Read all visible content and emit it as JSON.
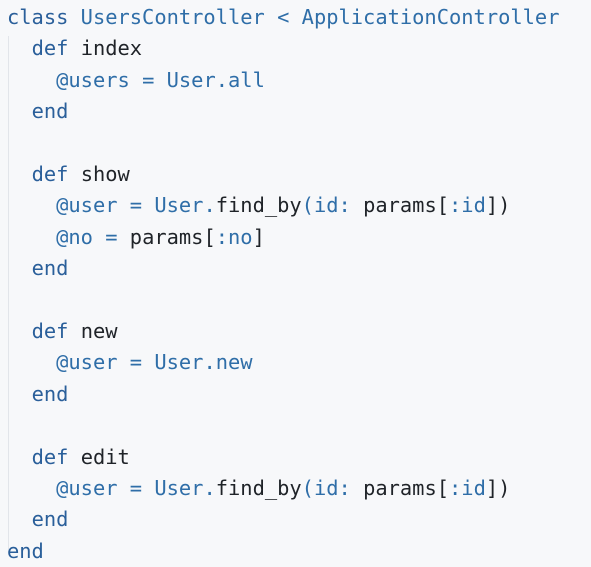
{
  "code": {
    "lines": [
      [
        {
          "t": "class",
          "c": "kw"
        },
        {
          "t": " ",
          "c": "txt"
        },
        {
          "t": "UsersController",
          "c": "cls"
        },
        {
          "t": " ",
          "c": "txt"
        },
        {
          "t": "<",
          "c": "op"
        },
        {
          "t": " ",
          "c": "txt"
        },
        {
          "t": "ApplicationController",
          "c": "cls"
        }
      ],
      [
        {
          "t": "  ",
          "c": "txt"
        },
        {
          "t": "def",
          "c": "kw"
        },
        {
          "t": " ",
          "c": "txt"
        },
        {
          "t": "index",
          "c": "fn"
        }
      ],
      [
        {
          "t": "    ",
          "c": "txt"
        },
        {
          "t": "@users",
          "c": "ivar"
        },
        {
          "t": " ",
          "c": "txt"
        },
        {
          "t": "=",
          "c": "op"
        },
        {
          "t": " ",
          "c": "txt"
        },
        {
          "t": "User",
          "c": "cls"
        },
        {
          "t": ".",
          "c": "op"
        },
        {
          "t": "all",
          "c": "cls"
        }
      ],
      [
        {
          "t": "  ",
          "c": "txt"
        },
        {
          "t": "end",
          "c": "kw"
        }
      ],
      [],
      [
        {
          "t": "  ",
          "c": "txt"
        },
        {
          "t": "def",
          "c": "kw"
        },
        {
          "t": " ",
          "c": "txt"
        },
        {
          "t": "show",
          "c": "fn"
        }
      ],
      [
        {
          "t": "    ",
          "c": "txt"
        },
        {
          "t": "@user",
          "c": "ivar"
        },
        {
          "t": " ",
          "c": "txt"
        },
        {
          "t": "=",
          "c": "op"
        },
        {
          "t": " ",
          "c": "txt"
        },
        {
          "t": "User",
          "c": "cls"
        },
        {
          "t": ".",
          "c": "op"
        },
        {
          "t": "find_by",
          "c": "fn"
        },
        {
          "t": "(",
          "c": "op"
        },
        {
          "t": "id:",
          "c": "sym"
        },
        {
          "t": " ",
          "c": "txt"
        },
        {
          "t": "params",
          "c": "fn"
        },
        {
          "t": "[",
          "c": "txt"
        },
        {
          "t": ":id",
          "c": "sym"
        },
        {
          "t": "])",
          "c": "txt"
        }
      ],
      [
        {
          "t": "    ",
          "c": "txt"
        },
        {
          "t": "@no",
          "c": "ivar"
        },
        {
          "t": " ",
          "c": "txt"
        },
        {
          "t": "=",
          "c": "op"
        },
        {
          "t": " ",
          "c": "txt"
        },
        {
          "t": "params",
          "c": "fn"
        },
        {
          "t": "[",
          "c": "txt"
        },
        {
          "t": ":no",
          "c": "sym"
        },
        {
          "t": "]",
          "c": "txt"
        }
      ],
      [
        {
          "t": "  ",
          "c": "txt"
        },
        {
          "t": "end",
          "c": "kw"
        }
      ],
      [],
      [
        {
          "t": "  ",
          "c": "txt"
        },
        {
          "t": "def",
          "c": "kw"
        },
        {
          "t": " ",
          "c": "txt"
        },
        {
          "t": "new",
          "c": "fn"
        }
      ],
      [
        {
          "t": "    ",
          "c": "txt"
        },
        {
          "t": "@user",
          "c": "ivar"
        },
        {
          "t": " ",
          "c": "txt"
        },
        {
          "t": "=",
          "c": "op"
        },
        {
          "t": " ",
          "c": "txt"
        },
        {
          "t": "User",
          "c": "cls"
        },
        {
          "t": ".",
          "c": "op"
        },
        {
          "t": "new",
          "c": "cls"
        }
      ],
      [
        {
          "t": "  ",
          "c": "txt"
        },
        {
          "t": "end",
          "c": "kw"
        }
      ],
      [],
      [
        {
          "t": "  ",
          "c": "txt"
        },
        {
          "t": "def",
          "c": "kw"
        },
        {
          "t": " ",
          "c": "txt"
        },
        {
          "t": "edit",
          "c": "fn"
        }
      ],
      [
        {
          "t": "    ",
          "c": "txt"
        },
        {
          "t": "@user",
          "c": "ivar"
        },
        {
          "t": " ",
          "c": "txt"
        },
        {
          "t": "=",
          "c": "op"
        },
        {
          "t": " ",
          "c": "txt"
        },
        {
          "t": "User",
          "c": "cls"
        },
        {
          "t": ".",
          "c": "op"
        },
        {
          "t": "find_by",
          "c": "fn"
        },
        {
          "t": "(",
          "c": "op"
        },
        {
          "t": "id:",
          "c": "sym"
        },
        {
          "t": " ",
          "c": "txt"
        },
        {
          "t": "params",
          "c": "fn"
        },
        {
          "t": "[",
          "c": "txt"
        },
        {
          "t": ":id",
          "c": "sym"
        },
        {
          "t": "])",
          "c": "txt"
        }
      ],
      [
        {
          "t": "  ",
          "c": "txt"
        },
        {
          "t": "end",
          "c": "kw"
        }
      ],
      [
        {
          "t": "end",
          "c": "kw"
        }
      ]
    ]
  }
}
